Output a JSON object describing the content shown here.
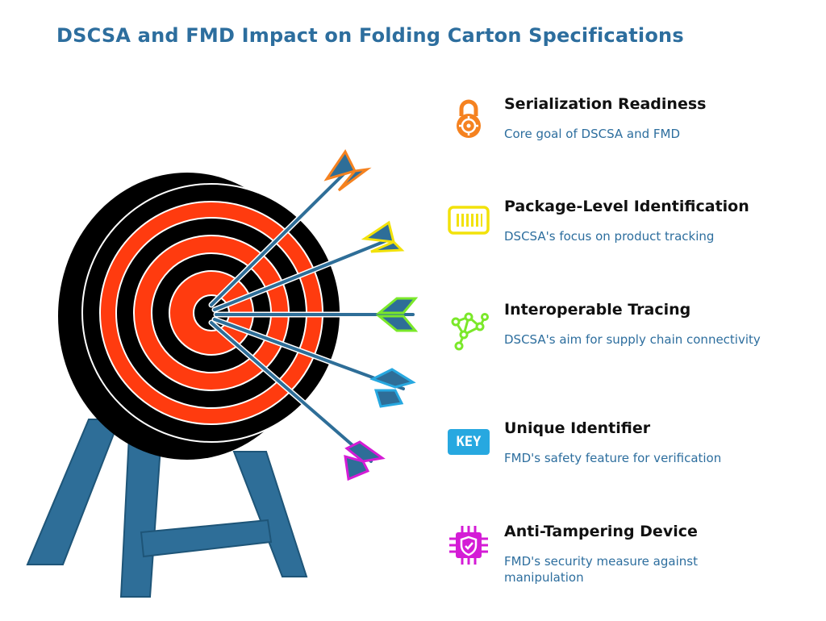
{
  "title": "DSCSA and FMD Impact on Folding Carton Specifications",
  "items": [
    {
      "heading": "Serialization Readiness",
      "description": "Core goal of DSCSA and FMD",
      "icon": "padlock-target-icon",
      "color": "#f58220"
    },
    {
      "heading": "Package-Level Identification",
      "description": "DSCSA's focus on product tracking",
      "icon": "barcode-icon",
      "color": "#f2e20a"
    },
    {
      "heading": "Interoperable Tracing",
      "description": "DSCSA's aim for supply chain connectivity",
      "icon": "network-nodes-icon",
      "color": "#7be82a"
    },
    {
      "heading": "Unique Identifier",
      "description": "FMD's safety feature for verification",
      "icon": "key-badge-icon",
      "color": "#27a8e0",
      "icon_text": "KEY"
    },
    {
      "heading": "Anti-Tampering Device",
      "description": "FMD's security measure against manipulation",
      "icon": "chip-shield-icon",
      "color": "#d41cd6"
    }
  ]
}
